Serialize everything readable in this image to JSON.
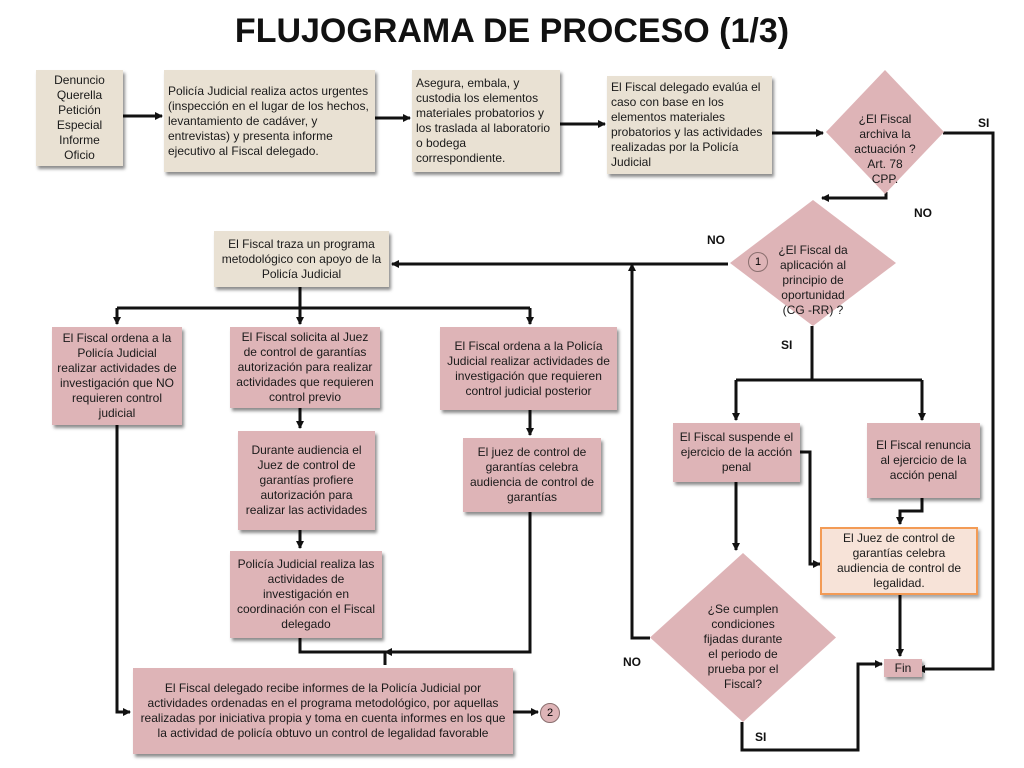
{
  "title": "FLUJOGRAMA DE PROCESO  (1/3)",
  "boxes": {
    "denuncio": "Denuncio\nQuerella\nPetición\nEspecial\nInforme\nOficio",
    "policia_actos": "Policía Judicial realiza actos urgentes (inspección en el lugar de los hechos, levantamiento de cadáver, y entrevistas) y presenta informe ejecutivo al Fiscal delegado.",
    "asegura": "Asegura, embala, y custodia los elementos materiales probatorios y los traslada al laboratorio o bodega correspondiente.",
    "fiscal_evalua": "El Fiscal delegado evalúa el caso con base en los elementos materiales probatorios y las actividades realizadas por la Policía Judicial",
    "programa": "El Fiscal traza un programa metodológico con apoyo de la Policía Judicial",
    "ordena_no_control": "El Fiscal ordena a la Policía Judicial realizar actividades de investigación que NO requieren control judicial",
    "solicita_juez": "El Fiscal solicita al Juez de control de garantías autorización para realizar actividades que requieren control previo",
    "ordena_posterior": "El Fiscal ordena a la Policía Judicial realizar actividades de investigación que requieren control judicial posterior",
    "audiencia_autorizacion": "Durante audiencia el Juez de control de garantías profiere autorización para realizar las actividades",
    "juez_audiencia": "El juez de control de garantías celebra audiencia de control de garantías",
    "policia_realiza": "Policía Judicial realiza las actividades de investigación en coordinación con el Fiscal delegado",
    "recibe_informes": "El Fiscal delegado recibe informes de la Policía Judicial por actividades ordenadas en el programa metodológico,  por aquellas realizadas por iniciativa propia y  toma en cuenta informes en los que la actividad de policía obtuvo un control de legalidad favorable",
    "suspende": "El Fiscal suspende el ejercicio de la acción penal",
    "renuncia": "El Fiscal renuncia al ejercicio de la acción penal",
    "juez_legalidad": "El Juez de control de garantías celebra audiencia de control de legalidad.",
    "fin": "Fin"
  },
  "diamonds": {
    "archiva": "¿El Fiscal archiva la actuación ? Art. 78 CPP.",
    "oportunidad": "¿El Fiscal da aplicación al principio de oportunidad (CG -RR) ?",
    "condiciones": "¿Se cumplen condiciones fijadas durante el periodo de prueba por el Fiscal?"
  },
  "labels": {
    "si": "SI",
    "no": "NO"
  },
  "connectors": {
    "one": "1",
    "two": "2"
  },
  "colors": {
    "beige": "#e9e1d3",
    "pink": "#deb4b7",
    "orange_border": "#f39b55",
    "line": "#111111"
  }
}
